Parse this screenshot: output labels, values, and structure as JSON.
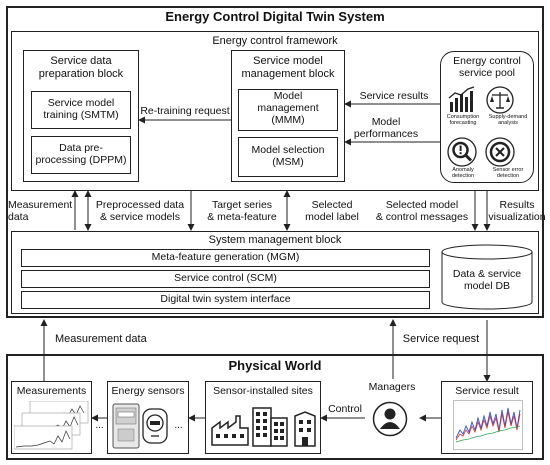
{
  "twin": {
    "title": "Energy Control Digital Twin System",
    "framework": {
      "title": "Energy control framework",
      "prep_block": {
        "title": "Service data\npreparation block",
        "smtm": "Service model\ntraining (SMTM)",
        "dppm": "Data pre-\nprocessing (DPPM)"
      },
      "model_block": {
        "title": "Service model\nmanagement block",
        "mmm": "Model\nmanagement\n(MMM)",
        "msm": "Model selection\n(MSM)"
      },
      "pool": {
        "title": "Energy control\nservice pool",
        "items": [
          {
            "label": "Consumption\nforecasting",
            "icon": "bar-chart-icon"
          },
          {
            "label": "Supply-demand\nanalysis",
            "icon": "balance-scale-icon"
          },
          {
            "label": "Anomaly\ndetection",
            "icon": "magnifier-alert-icon"
          },
          {
            "label": "Sensor error\ndetection",
            "icon": "error-gauge-icon"
          }
        ]
      },
      "arrows": {
        "retraining": "Re-training request",
        "service_results": "Service results",
        "model_performances": "Model\nperformances"
      }
    },
    "flows": {
      "measurement_data": "Measurement\ndata",
      "preprocessed": "Preprocessed data\n& service models",
      "target_series": "Target series\n& meta-feature",
      "selected_label": "Selected\nmodel label",
      "selected_model": "Selected model\n& control messages",
      "results_viz": "Results\nvisualization"
    },
    "system_block": {
      "title": "System management block",
      "mgm": "Meta-feature generation (MGM)",
      "scm": "Service control (SCM)",
      "interface": "Digital twin system interface",
      "db": "Data & service\nmodel DB"
    }
  },
  "links": {
    "measurement_data": "Measurement data",
    "service_request": "Service request"
  },
  "physical": {
    "title": "Physical World",
    "measurements": "Measurements",
    "energy_sensors": "Energy sensors",
    "sites": "Sensor-installed sites",
    "managers": "Managers",
    "control": "Control",
    "service_result": "Service result",
    "ellipsis": "..."
  }
}
